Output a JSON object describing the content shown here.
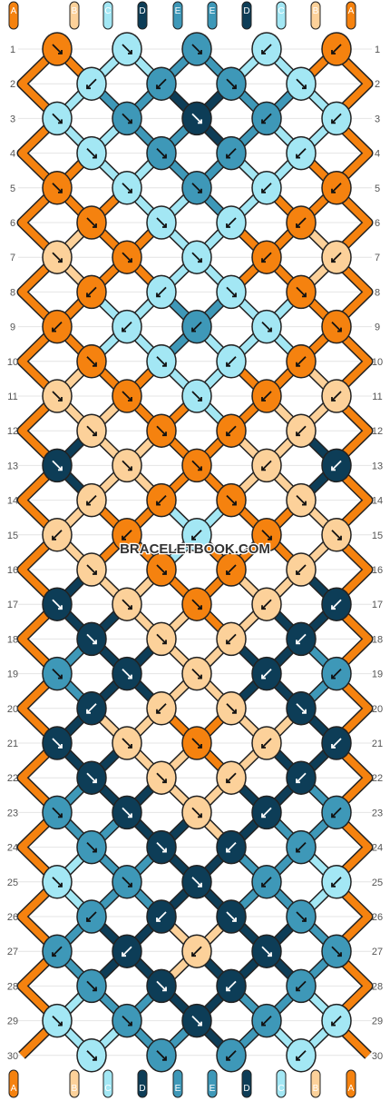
{
  "watermark": "BRACELETBOOK.COM",
  "colors": {
    "A": "#f5820f",
    "B": "#fcd19a",
    "C": "#a3e7f4",
    "D": "#0d3d57",
    "E": "#3e98b8",
    "thread_outline": "#222222",
    "background": "#ffffff"
  },
  "strands_top": [
    "A",
    "B",
    "C",
    "D",
    "E",
    "E",
    "D",
    "C",
    "B",
    "A"
  ],
  "strands_bottom": [
    "A",
    "B",
    "C",
    "D",
    "E",
    "E",
    "D",
    "C",
    "B",
    "A"
  ],
  "row_numbers": [
    "1",
    "2",
    "3",
    "4",
    "5",
    "6",
    "7",
    "8",
    "9",
    "10",
    "11",
    "12",
    "13",
    "14",
    "15",
    "16",
    "17",
    "18",
    "19",
    "20",
    "21",
    "22",
    "23",
    "24",
    "25",
    "26",
    "27",
    "28",
    "29",
    "30"
  ],
  "knot_rows": [
    {
      "row": "1",
      "knots": [
        {
          "c": "A",
          "d": "se"
        },
        {
          "c": "C",
          "d": "se"
        },
        {
          "c": "E",
          "d": "se"
        },
        {
          "c": "C",
          "d": "sw"
        },
        {
          "c": "A",
          "d": "sw"
        }
      ]
    },
    {
      "row": "2",
      "knots": [
        {
          "c": "C",
          "d": "sw"
        },
        {
          "c": "E",
          "d": "sw"
        },
        {
          "c": "E",
          "d": "se"
        },
        {
          "c": "C",
          "d": "se"
        }
      ]
    },
    {
      "row": "3",
      "knots": [
        {
          "c": "C",
          "d": "se"
        },
        {
          "c": "E",
          "d": "se"
        },
        {
          "c": "D",
          "d": "se"
        },
        {
          "c": "E",
          "d": "sw"
        },
        {
          "c": "C",
          "d": "sw"
        }
      ]
    },
    {
      "row": "4",
      "knots": [
        {
          "c": "C",
          "d": "se"
        },
        {
          "c": "E",
          "d": "se"
        },
        {
          "c": "E",
          "d": "sw"
        },
        {
          "c": "C",
          "d": "sw"
        }
      ]
    },
    {
      "row": "5",
      "knots": [
        {
          "c": "A",
          "d": "se"
        },
        {
          "c": "C",
          "d": "se"
        },
        {
          "c": "E",
          "d": "se"
        },
        {
          "c": "C",
          "d": "sw"
        },
        {
          "c": "A",
          "d": "sw"
        }
      ]
    },
    {
      "row": "6",
      "knots": [
        {
          "c": "A",
          "d": "se"
        },
        {
          "c": "C",
          "d": "se"
        },
        {
          "c": "C",
          "d": "sw"
        },
        {
          "c": "A",
          "d": "sw"
        }
      ]
    },
    {
      "row": "7",
      "knots": [
        {
          "c": "B",
          "d": "se"
        },
        {
          "c": "A",
          "d": "se"
        },
        {
          "c": "C",
          "d": "se"
        },
        {
          "c": "A",
          "d": "sw"
        },
        {
          "c": "B",
          "d": "sw"
        }
      ]
    },
    {
      "row": "8",
      "knots": [
        {
          "c": "A",
          "d": "sw"
        },
        {
          "c": "C",
          "d": "sw"
        },
        {
          "c": "C",
          "d": "se"
        },
        {
          "c": "A",
          "d": "se"
        }
      ]
    },
    {
      "row": "9",
      "knots": [
        {
          "c": "A",
          "d": "sw"
        },
        {
          "c": "C",
          "d": "sw"
        },
        {
          "c": "E",
          "d": "sw"
        },
        {
          "c": "C",
          "d": "se"
        },
        {
          "c": "A",
          "d": "se"
        }
      ]
    },
    {
      "row": "10",
      "knots": [
        {
          "c": "A",
          "d": "se"
        },
        {
          "c": "C",
          "d": "se"
        },
        {
          "c": "C",
          "d": "sw"
        },
        {
          "c": "A",
          "d": "sw"
        }
      ]
    },
    {
      "row": "11",
      "knots": [
        {
          "c": "B",
          "d": "se"
        },
        {
          "c": "A",
          "d": "se"
        },
        {
          "c": "C",
          "d": "se"
        },
        {
          "c": "A",
          "d": "sw"
        },
        {
          "c": "B",
          "d": "sw"
        }
      ]
    },
    {
      "row": "12",
      "knots": [
        {
          "c": "B",
          "d": "se"
        },
        {
          "c": "A",
          "d": "se"
        },
        {
          "c": "A",
          "d": "sw"
        },
        {
          "c": "B",
          "d": "sw"
        }
      ]
    },
    {
      "row": "13",
      "knots": [
        {
          "c": "D",
          "d": "se"
        },
        {
          "c": "B",
          "d": "se"
        },
        {
          "c": "A",
          "d": "se"
        },
        {
          "c": "B",
          "d": "sw"
        },
        {
          "c": "D",
          "d": "sw"
        }
      ]
    },
    {
      "row": "14",
      "knots": [
        {
          "c": "B",
          "d": "sw"
        },
        {
          "c": "A",
          "d": "sw"
        },
        {
          "c": "A",
          "d": "se"
        },
        {
          "c": "B",
          "d": "se"
        }
      ]
    },
    {
      "row": "15",
      "knots": [
        {
          "c": "B",
          "d": "sw"
        },
        {
          "c": "A",
          "d": "sw"
        },
        {
          "c": "C",
          "d": "sw"
        },
        {
          "c": "A",
          "d": "se"
        },
        {
          "c": "B",
          "d": "se"
        }
      ]
    },
    {
      "row": "16",
      "knots": [
        {
          "c": "B",
          "d": "se"
        },
        {
          "c": "A",
          "d": "se"
        },
        {
          "c": "A",
          "d": "sw"
        },
        {
          "c": "B",
          "d": "sw"
        }
      ]
    },
    {
      "row": "17",
      "knots": [
        {
          "c": "D",
          "d": "se"
        },
        {
          "c": "B",
          "d": "se"
        },
        {
          "c": "A",
          "d": "se"
        },
        {
          "c": "B",
          "d": "sw"
        },
        {
          "c": "D",
          "d": "sw"
        }
      ]
    },
    {
      "row": "18",
      "knots": [
        {
          "c": "D",
          "d": "se"
        },
        {
          "c": "B",
          "d": "se"
        },
        {
          "c": "B",
          "d": "sw"
        },
        {
          "c": "D",
          "d": "sw"
        }
      ]
    },
    {
      "row": "19",
      "knots": [
        {
          "c": "E",
          "d": "se"
        },
        {
          "c": "D",
          "d": "se"
        },
        {
          "c": "B",
          "d": "se"
        },
        {
          "c": "D",
          "d": "sw"
        },
        {
          "c": "E",
          "d": "sw"
        }
      ]
    },
    {
      "row": "20",
      "knots": [
        {
          "c": "D",
          "d": "sw"
        },
        {
          "c": "B",
          "d": "sw"
        },
        {
          "c": "B",
          "d": "se"
        },
        {
          "c": "D",
          "d": "se"
        }
      ]
    },
    {
      "row": "21",
      "knots": [
        {
          "c": "D",
          "d": "se"
        },
        {
          "c": "B",
          "d": "se"
        },
        {
          "c": "A",
          "d": "se"
        },
        {
          "c": "B",
          "d": "sw"
        },
        {
          "c": "D",
          "d": "sw"
        }
      ]
    },
    {
      "row": "22",
      "knots": [
        {
          "c": "D",
          "d": "se"
        },
        {
          "c": "B",
          "d": "se"
        },
        {
          "c": "B",
          "d": "sw"
        },
        {
          "c": "D",
          "d": "sw"
        }
      ]
    },
    {
      "row": "23",
      "knots": [
        {
          "c": "E",
          "d": "se"
        },
        {
          "c": "D",
          "d": "se"
        },
        {
          "c": "B",
          "d": "se"
        },
        {
          "c": "D",
          "d": "sw"
        },
        {
          "c": "E",
          "d": "sw"
        }
      ]
    },
    {
      "row": "24",
      "knots": [
        {
          "c": "E",
          "d": "se"
        },
        {
          "c": "D",
          "d": "se"
        },
        {
          "c": "D",
          "d": "sw"
        },
        {
          "c": "E",
          "d": "sw"
        }
      ]
    },
    {
      "row": "25",
      "knots": [
        {
          "c": "C",
          "d": "se"
        },
        {
          "c": "E",
          "d": "se"
        },
        {
          "c": "D",
          "d": "se"
        },
        {
          "c": "E",
          "d": "sw"
        },
        {
          "c": "C",
          "d": "sw"
        }
      ]
    },
    {
      "row": "26",
      "knots": [
        {
          "c": "E",
          "d": "sw"
        },
        {
          "c": "D",
          "d": "sw"
        },
        {
          "c": "D",
          "d": "se"
        },
        {
          "c": "E",
          "d": "se"
        }
      ]
    },
    {
      "row": "27",
      "knots": [
        {
          "c": "E",
          "d": "sw"
        },
        {
          "c": "D",
          "d": "sw"
        },
        {
          "c": "B",
          "d": "sw"
        },
        {
          "c": "D",
          "d": "se"
        },
        {
          "c": "E",
          "d": "se"
        }
      ]
    },
    {
      "row": "28",
      "knots": [
        {
          "c": "E",
          "d": "se"
        },
        {
          "c": "D",
          "d": "se"
        },
        {
          "c": "D",
          "d": "sw"
        },
        {
          "c": "E",
          "d": "sw"
        }
      ]
    },
    {
      "row": "29",
      "knots": [
        {
          "c": "C",
          "d": "se"
        },
        {
          "c": "E",
          "d": "se"
        },
        {
          "c": "D",
          "d": "se"
        },
        {
          "c": "E",
          "d": "sw"
        },
        {
          "c": "C",
          "d": "sw"
        }
      ]
    },
    {
      "row": "30",
      "knots": [
        {
          "c": "C",
          "d": "se"
        },
        {
          "c": "E",
          "d": "se"
        },
        {
          "c": "E",
          "d": "sw"
        },
        {
          "c": "C",
          "d": "sw"
        }
      ]
    }
  ]
}
